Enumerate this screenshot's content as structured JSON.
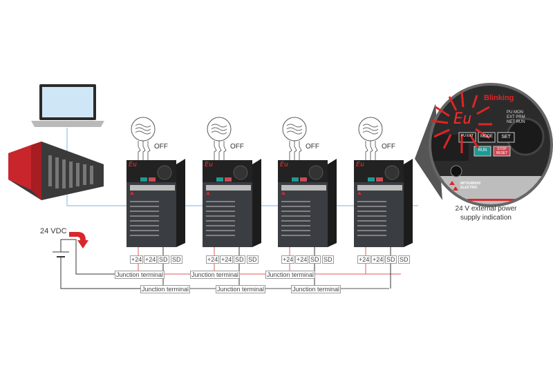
{
  "drives": [
    {
      "breaker_state": "OFF",
      "display": "Eu",
      "terminals": [
        "+24",
        "+24",
        "SD",
        "SD"
      ]
    },
    {
      "breaker_state": "OFF",
      "display": "Eu",
      "terminals": [
        "+24",
        "+24",
        "SD",
        "SD"
      ]
    },
    {
      "breaker_state": "OFF",
      "display": "Eu",
      "terminals": [
        "+24",
        "+24",
        "SD",
        "SD"
      ]
    },
    {
      "breaker_state": "OFF",
      "display": "Eu",
      "terminals": [
        "+24",
        "+24",
        "SD",
        "SD"
      ]
    }
  ],
  "power_supply_label": "24 VDC",
  "junction_label": "Junction terminal",
  "zoom_callout": {
    "blinking_label": "Blinking",
    "display": "Eu",
    "leds": [
      "PU",
      "EXT",
      "NET",
      "MON",
      "PRM",
      "RUN"
    ],
    "buttons": [
      "PU EXT",
      "MODE",
      "SET",
      "RUN",
      "STOP RESET"
    ],
    "brand": "MITSUBISHI ELECTRIC",
    "caption_line1": "24 V external power",
    "caption_line2": "supply indication"
  },
  "colors": {
    "wire_red": "#e05a5a",
    "wire_black": "#333333",
    "network_blue": "#8fc3e6",
    "accent_red": "#d9262c"
  }
}
